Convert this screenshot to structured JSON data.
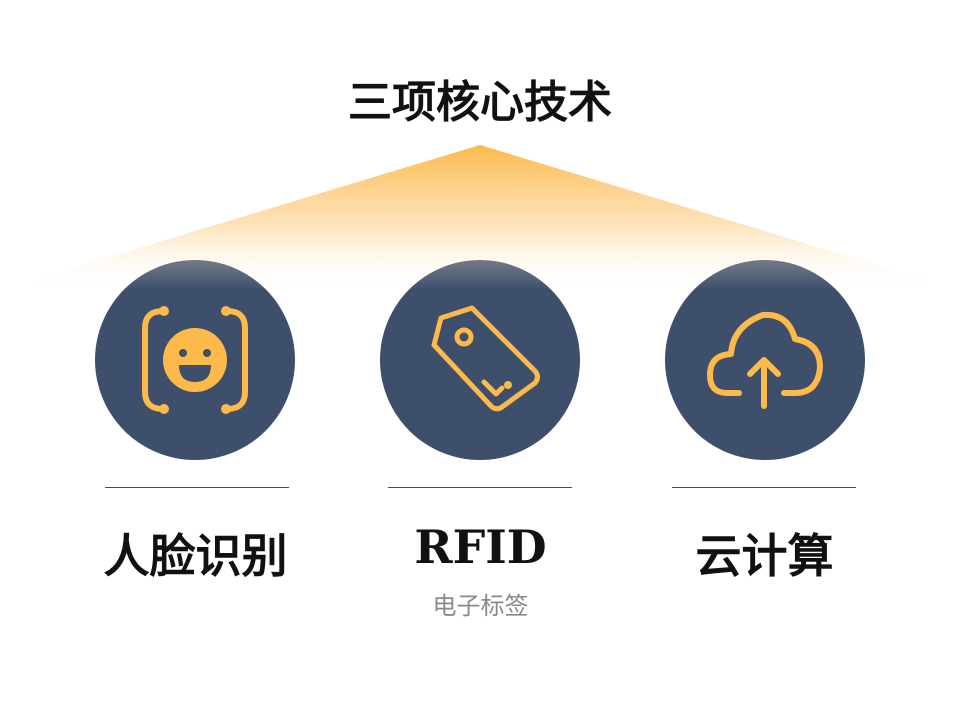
{
  "title": "三项核心技术",
  "colors": {
    "circle": "#3d4f6a",
    "icon": "#fdb94a",
    "accent": "#fdb94a"
  },
  "items": [
    {
      "label": "人脸识别",
      "icon": "face-recognition-icon"
    },
    {
      "label": "RFID",
      "sublabel": "电子标签",
      "icon": "tag-icon"
    },
    {
      "label": "云计算",
      "icon": "cloud-upload-icon"
    }
  ]
}
